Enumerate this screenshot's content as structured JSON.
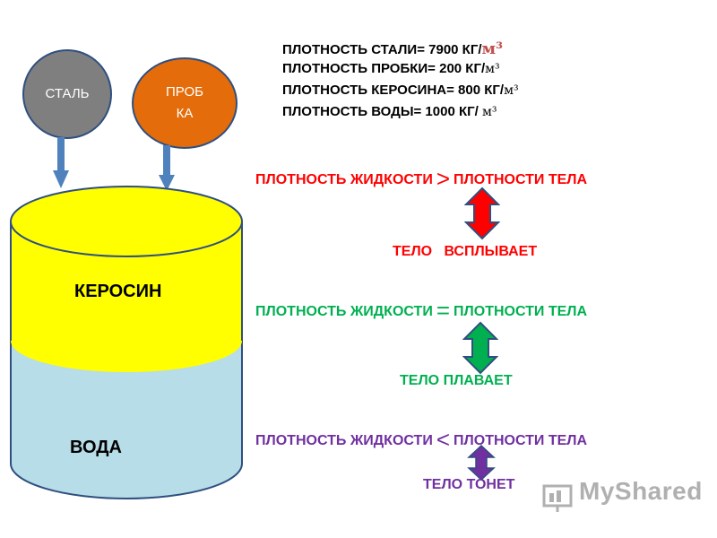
{
  "balls": {
    "steel": "СТАЛЬ",
    "cork_line1": "ПРОБ",
    "cork_line2": "КА"
  },
  "densities": [
    {
      "text": "ПЛОТНОСТЬ СТАЛИ= 7900 КГ/",
      "unit": "м³"
    },
    {
      "text": "ПЛОТНОСТЬ ПРОБКИ= 200 КГ/",
      "unit": "м³"
    },
    {
      "text": "ПЛОТНОСТЬ КЕРОСИНА= 800 КГ/",
      "unit": "м³"
    },
    {
      "text": "ПЛОТНОСТЬ ВОДЫ= 1000 КГ/ ",
      "unit": "м³"
    }
  ],
  "container": {
    "kerosene": "КЕРОСИН",
    "water": "ВОДА"
  },
  "rules": [
    {
      "left": "ПЛОТНОСТЬ ЖИДКОСТИ",
      "sign": ">",
      "right": "ПЛОТНОСТИ ТЕЛА",
      "result": "ТЕЛО   ВСПЛЫВАЕТ",
      "color": "#ff0000",
      "arrow_color": "#ff0000"
    },
    {
      "left": "ПЛОТНОСТЬ ЖИДКОСТИ",
      "sign": "=",
      "right": "ПЛОТНОСТИ ТЕЛА",
      "result": "ТЕЛО ПЛАВАЕТ",
      "color": "#00b050",
      "arrow_color": "#00b050"
    },
    {
      "left": "ПЛОТНОСТЬ ЖИДКОСТИ",
      "sign": "<",
      "right": "ПЛОТНОСТИ ТЕЛА",
      "result": "ТЕЛО ТОНЕТ",
      "color": "#7030a0",
      "arrow_color": "#7030a0"
    }
  ],
  "watermark": "MyShared",
  "colors": {
    "steel": "#7f7f7f",
    "cork": "#e46c0a",
    "kerosene": "#ffff00",
    "water": "#b7dde8",
    "arrow_blue": "#4f81bd"
  }
}
